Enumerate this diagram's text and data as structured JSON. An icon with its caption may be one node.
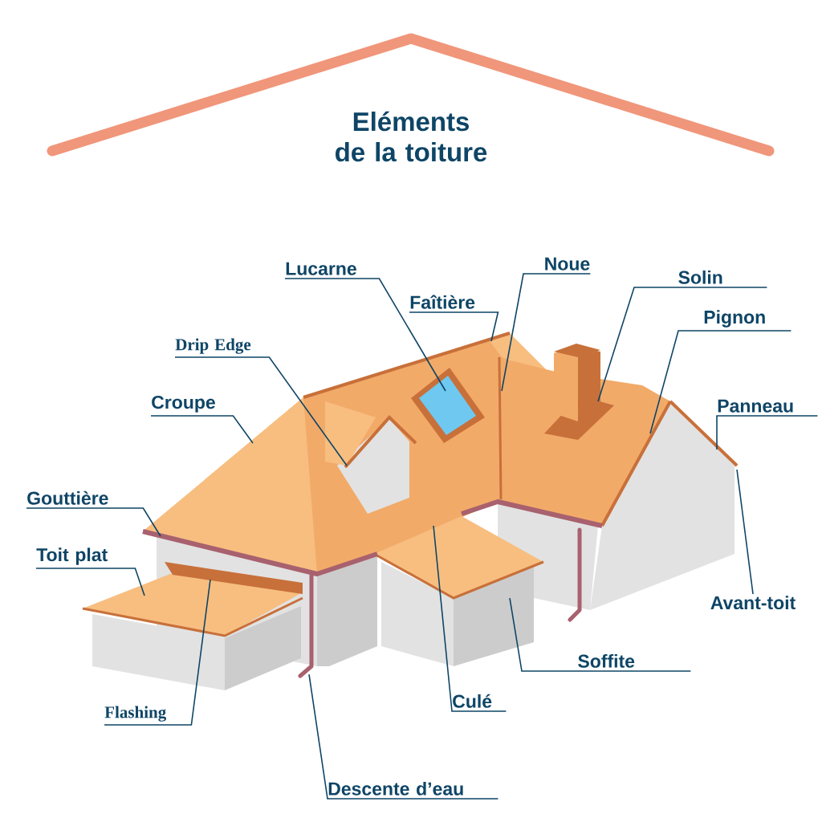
{
  "diagram": {
    "title": "Eléments de la toiture",
    "nodes": [
      {
        "text": [
          "Lucarne"
        ]
      },
      {
        "text": [
          "Noue"
        ]
      },
      {
        "text": [
          "Faîtière"
        ]
      },
      {
        "text": [
          "Solin"
        ]
      },
      {
        "text": [
          "Drip Edge"
        ]
      },
      {
        "text": [
          "Pignon"
        ]
      },
      {
        "text": [
          "Croupe"
        ]
      },
      {
        "text": [
          "Panneau"
        ]
      },
      {
        "text": [
          "Gouttière"
        ]
      },
      {
        "text": [
          "Toit plat"
        ]
      },
      {
        "text": [
          "Avant-toit"
        ]
      },
      {
        "text": [
          "Soffite"
        ]
      },
      {
        "text": [
          "Culé"
        ]
      },
      {
        "text": [
          "Flashing"
        ]
      },
      {
        "text": [
          "Descente d’eau"
        ]
      }
    ],
    "edges": [
      {
        "from": 0,
        "to": null,
        "arrow": "none"
      },
      {
        "from": 1,
        "to": null,
        "arrow": "none"
      },
      {
        "from": 2,
        "to": null,
        "arrow": "none"
      },
      {
        "from": 3,
        "to": null,
        "arrow": "none"
      },
      {
        "from": 4,
        "to": null,
        "arrow": "none"
      },
      {
        "from": 5,
        "to": null,
        "arrow": "none"
      },
      {
        "from": 6,
        "to": null,
        "arrow": "none"
      },
      {
        "from": 7,
        "to": null,
        "arrow": "none"
      },
      {
        "from": 8,
        "to": null,
        "arrow": "none"
      },
      {
        "from": 9,
        "to": null,
        "arrow": "none"
      },
      {
        "from": 10,
        "to": null,
        "arrow": "none"
      },
      {
        "from": 11,
        "to": null,
        "arrow": "none"
      },
      {
        "from": 12,
        "to": null,
        "arrow": "none"
      },
      {
        "from": 13,
        "to": null,
        "arrow": "none"
      },
      {
        "from": 14,
        "to": null,
        "arrow": "none"
      }
    ]
  }
}
